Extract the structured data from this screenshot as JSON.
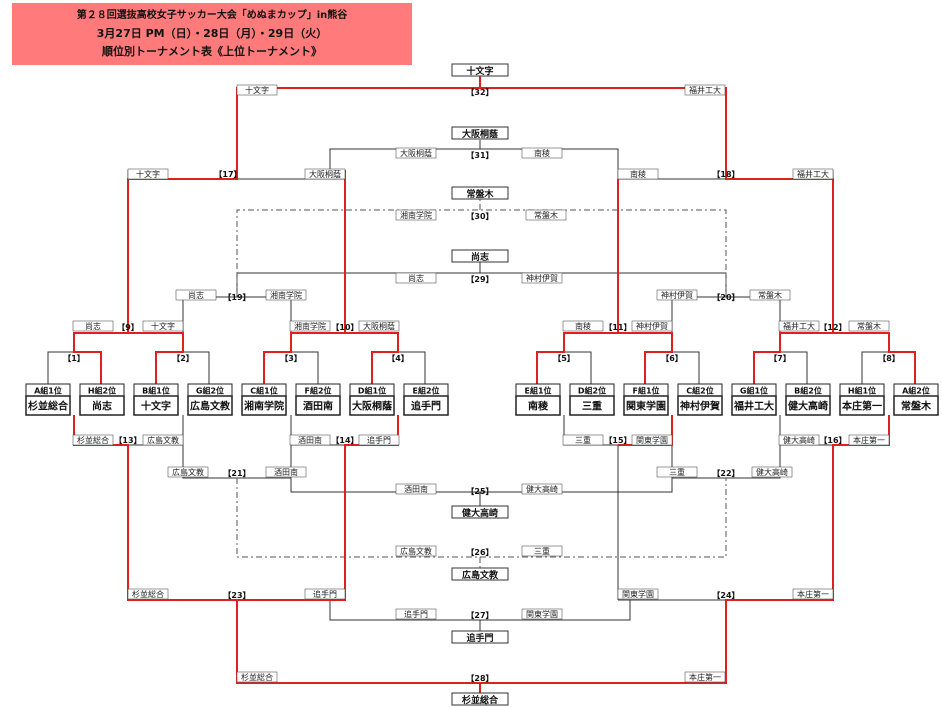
{
  "header": {
    "line1": "第２８回選抜高校女子サッカー大会「めぬまカップ」in熊谷",
    "line2": "3月27日 PM（日）・28日（月）・29日（火）",
    "line3": "順位別トーナメント表《上位トーナメント》"
  },
  "teams": [
    {
      "seed": "A組1位",
      "name": "杉並総合"
    },
    {
      "seed": "H組2位",
      "name": "尚志"
    },
    {
      "seed": "B組1位",
      "name": "十文字"
    },
    {
      "seed": "G組2位",
      "name": "広島文教"
    },
    {
      "seed": "C組1位",
      "name": "湘南学院"
    },
    {
      "seed": "F組2位",
      "name": "酒田南"
    },
    {
      "seed": "D組1位",
      "name": "大阪桐蔭"
    },
    {
      "seed": "E組2位",
      "name": "追手門"
    },
    {
      "seed": "E組1位",
      "name": "南稜"
    },
    {
      "seed": "D組2位",
      "name": "三重"
    },
    {
      "seed": "F組1位",
      "name": "関東学園"
    },
    {
      "seed": "C組2位",
      "name": "神村伊賀"
    },
    {
      "seed": "G組1位",
      "name": "福井工大"
    },
    {
      "seed": "B組2位",
      "name": "健大高崎"
    },
    {
      "seed": "H組1位",
      "name": "本庄第一"
    },
    {
      "seed": "A組2位",
      "name": "常盤木"
    }
  ],
  "ranks": {
    "r1": "十文字",
    "r3": "大阪桐蔭",
    "r5": "常盤木",
    "r7": "尚志",
    "r9": "健大高崎",
    "r11": "広島文教",
    "r13": "追手門",
    "r15": "杉並総合"
  },
  "matches": {
    "m1": "【1】",
    "m2": "【2】",
    "m3": "【3】",
    "m4": "【4】",
    "m5": "【5】",
    "m6": "【6】",
    "m7": "【7】",
    "m8": "【8】",
    "m9": "【9】",
    "m10": "【10】",
    "m11": "【11】",
    "m12": "【12】",
    "m13": "【13】",
    "m14": "【14】",
    "m15": "【15】",
    "m16": "【16】",
    "m17": "【17】",
    "m18": "【18】",
    "m19": "【19】",
    "m20": "【20】",
    "m21": "【21】",
    "m22": "【22】",
    "m23": "【23】",
    "m24": "【24】",
    "m25": "【25】",
    "m26": "【26】",
    "m27": "【27】",
    "m28": "【28】",
    "m29": "【29】",
    "m30": "【30】",
    "m31": "【31】",
    "m32": "【32】"
  },
  "labels": {
    "m9L": "尚志",
    "m9R": "十文字",
    "m10L": "湘南学院",
    "m10R": "大阪桐蔭",
    "m11L": "南稜",
    "m11R": "神村伊賀",
    "m12L": "福井工大",
    "m12R": "常盤木",
    "m13L": "杉並総合",
    "m13R": "広島文教",
    "m14L": "酒田南",
    "m14R": "追手門",
    "m15L": "三重",
    "m15R": "関東学園",
    "m16L": "健大高崎",
    "m16R": "本庄第一",
    "m17L": "十文字",
    "m17R": "大阪桐蔭",
    "m18L": "南稜",
    "m18R": "福井工大",
    "m19L": "尚志",
    "m19R": "湘南学院",
    "m20L": "神村伊賀",
    "m20R": "常盤木",
    "m21L": "広島文教",
    "m21R": "酒田南",
    "m22L": "三重",
    "m22R": "健大高崎",
    "m23L": "杉並総合",
    "m23R": "追手門",
    "m24L": "関東学園",
    "m24R": "本庄第一",
    "m25L": "酒田南",
    "m25R": "健大高崎",
    "m26L": "広島文教",
    "m26R": "三重",
    "m27L": "追手門",
    "m27R": "関東学園",
    "m28L": "杉並総合",
    "m28R": "本庄第一",
    "m29L": "尚志",
    "m29R": "神村伊賀",
    "m30L": "湘南学院",
    "m30R": "常盤木",
    "m31L": "大阪桐蔭",
    "m31R": "南稜",
    "m32L": "十文字",
    "m32R": "福井工大"
  },
  "colors": {
    "winner": "#e0201c",
    "line": "#333333",
    "header_bg": "#ff7b7b"
  }
}
